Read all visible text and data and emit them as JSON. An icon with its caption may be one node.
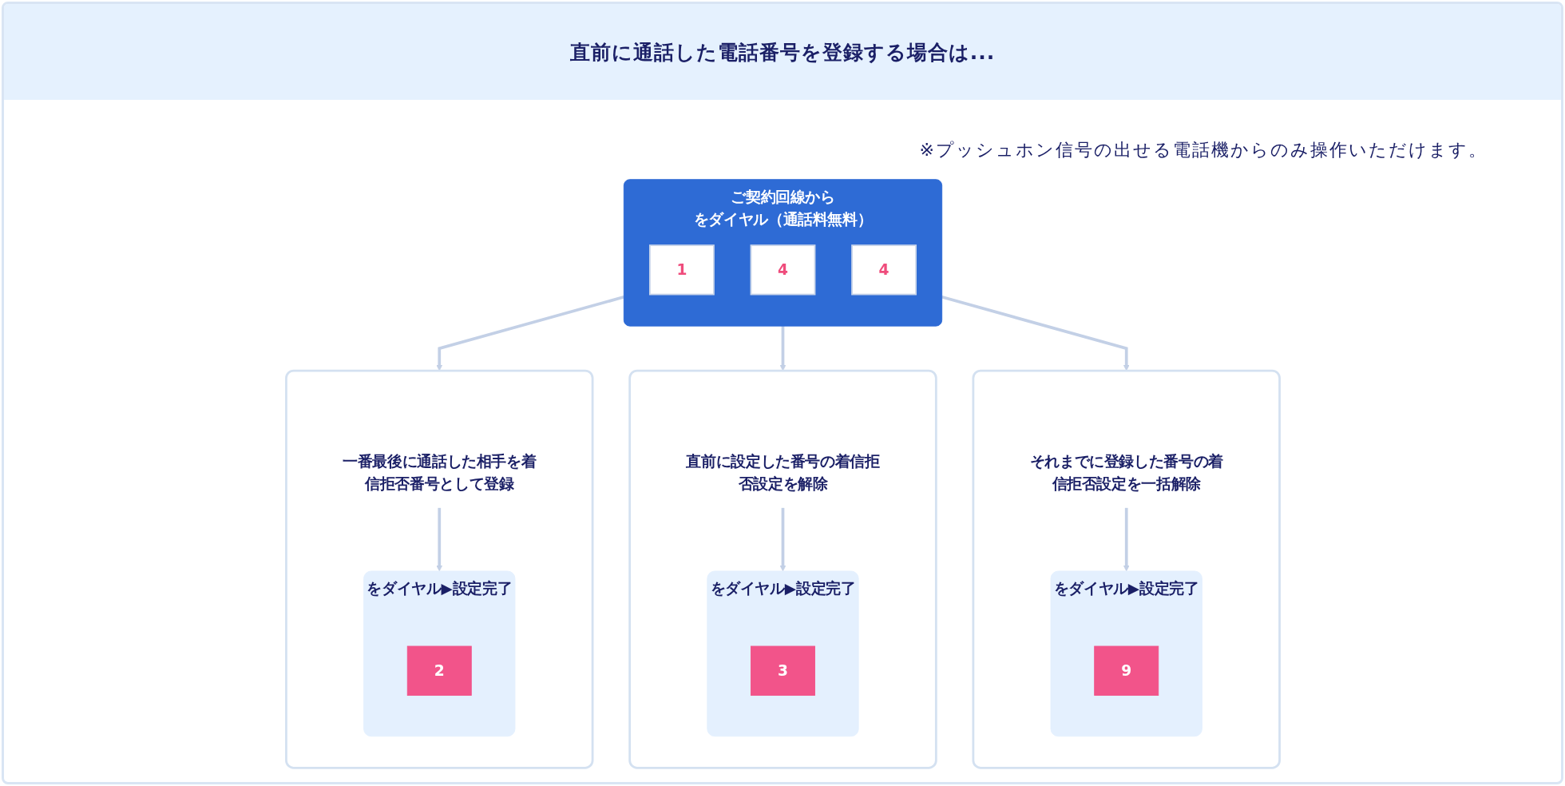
{
  "diagram": {
    "title": "直前に通話した電話番号を登録する場合は...",
    "nodes": [
      {
        "text": [
          "ご契約回線から",
          "をダイヤル（通話料無料）"
        ]
      },
      {
        "text": [
          "1"
        ],
        "in": 0
      },
      {
        "text": [
          "4"
        ],
        "in": 0
      },
      {
        "text": [
          "4"
        ],
        "in": 0
      },
      {
        "text": [],
        "shape": "box"
      },
      {
        "text": [
          "一番最後に通話した相手を着信拒否番号として登録"
        ],
        "in": 4
      },
      {
        "text": [
          "をダイヤル▶設定完了"
        ],
        "in": 4
      },
      {
        "text": [
          "2"
        ],
        "in": 6
      },
      {
        "text": [],
        "shape": "box"
      },
      {
        "text": [
          "直前に設定した番号の着信拒否設定を解除"
        ],
        "in": 8
      },
      {
        "text": [
          "をダイヤル▶設定完了"
        ],
        "in": 8
      },
      {
        "text": [
          "3"
        ],
        "in": 10
      },
      {
        "text": [],
        "shape": "box"
      },
      {
        "text": [
          "それまでに登録した番号の着信拒否設定を一括解除"
        ],
        "in": 12
      },
      {
        "text": [
          "をダイヤル▶設定完了"
        ],
        "in": 12
      },
      {
        "text": [
          "9"
        ],
        "in": 14
      }
    ],
    "edges": [
      {
        "from": 0,
        "to": 4,
        "arrow": "to"
      },
      {
        "from": 0,
        "to": 8,
        "arrow": "to"
      },
      {
        "from": 0,
        "to": 12,
        "arrow": "to"
      },
      {
        "from": 5,
        "to": 6,
        "arrow": "to"
      },
      {
        "from": 9,
        "to": 10,
        "arrow": "to"
      },
      {
        "from": 13,
        "to": 14,
        "arrow": "to"
      }
    ],
    "labels": [
      "※プッシュホン信号の出せる電話機からのみ操作いただけます。"
    ]
  }
}
